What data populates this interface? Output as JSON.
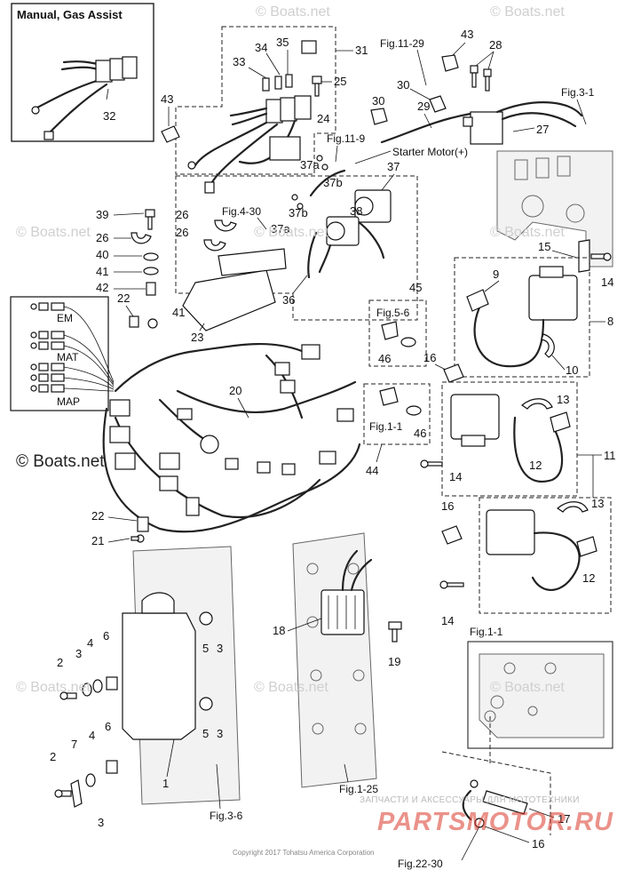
{
  "inset_title": "Manual, Gas Assist",
  "watermark": "© Boats.net",
  "watermark_large": "© Boats.net",
  "copyright": "Copyright 2017 Tohatsu America Corporation",
  "shop_line": "ЗАПЧАСТИ И АКСЕССУАРЫ ДЛЯ МОТОТЕХНИКИ",
  "shop_logo": "PARTSMOTOR.RU",
  "sensor_labels": {
    "em": "EM",
    "mat": "MAT",
    "map": "MAP"
  },
  "references": {
    "fig_11_29": "Fig.11-29",
    "fig_3_1": "Fig.3-1",
    "fig_11_9": "Fig.11-9",
    "starter_motor": "Starter Motor(+)",
    "fig_4_30": "Fig.4-30",
    "fig_5_6": "Fig.5-6",
    "fig_1_1_mid": "Fig.1-1",
    "fig_1_1_box": "Fig.1-1",
    "fig_1_25": "Fig.1-25",
    "fig_3_6": "Fig.3-6",
    "fig_22_30": "Fig.22-30"
  },
  "callouts": {
    "n1": "1",
    "n2a": "2",
    "n2b": "2",
    "n3a": "3",
    "n3b": "3",
    "n3c": "3",
    "n4a": "4",
    "n4b": "4",
    "n5a": "5",
    "n5b": "5",
    "n6a": "6",
    "n6b": "6",
    "n7": "7",
    "n8": "8",
    "n9": "9",
    "n10": "10",
    "n11": "11",
    "n12a": "12",
    "n12b": "12",
    "n13a": "13",
    "n13b": "13",
    "n14a": "14",
    "n14b": "14",
    "n14c": "14",
    "n15": "15",
    "n16a": "16",
    "n16b": "16",
    "n16c": "16",
    "n17": "17",
    "n18": "18",
    "n19": "19",
    "n20": "20",
    "n21": "21",
    "n22a": "22",
    "n22b": "22",
    "n23": "23",
    "n24": "24",
    "n25": "25",
    "n26a": "26",
    "n26b": "26",
    "n27": "27",
    "n28": "28",
    "n29": "29",
    "n30a": "30",
    "n30b": "30",
    "n31": "31",
    "n32": "32",
    "n33": "33",
    "n34": "34",
    "n35": "35",
    "n36": "36",
    "n37": "37",
    "n37a1": "37a",
    "n37a2": "37a",
    "n37b1": "37b",
    "n37b2": "37b",
    "n38": "38",
    "n39": "39",
    "n40": "40",
    "n41a": "41",
    "n41b": "41",
    "n42": "42",
    "n43a": "43",
    "n43b": "43",
    "n44": "44",
    "n45": "45",
    "n46a": "46",
    "n46b": "46"
  }
}
